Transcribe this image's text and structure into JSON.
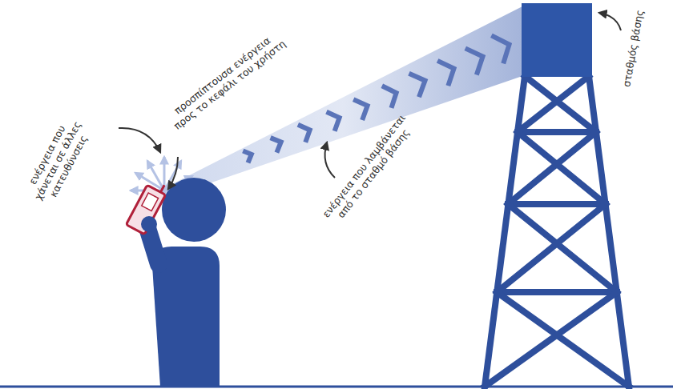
{
  "diagram": {
    "labels": [
      "ενέργεια που χάνεται σε άλλες κατευθύνσεις",
      "προσπίπτουσα ενέργεια προς το κεφάλι του χρήστη",
      "ενέργεια που λαμβάνεται από το σταθμό βάσης",
      "σταθμός βάσης"
    ]
  }
}
